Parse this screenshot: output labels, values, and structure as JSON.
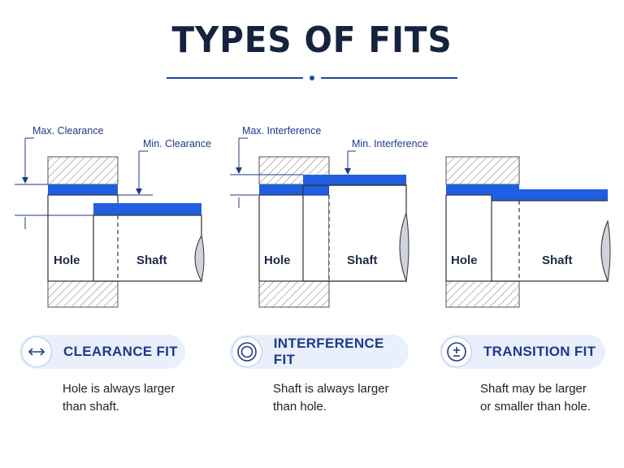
{
  "title": "TYPES OF FITS",
  "colors": {
    "accent": "#1f5fe0",
    "navy": "#16233f",
    "hatch": "#8a8a8a",
    "pill_bg": "#e9effb"
  },
  "fits": [
    {
      "name": "CLEARANCE FIT",
      "icon": "double-arrow-icon",
      "desc_line1": "Hole is always larger",
      "desc_line2": "than shaft.",
      "dim_max": "Max. Clearance",
      "dim_min": "Min. Clearance",
      "hole_label": "Hole",
      "shaft_label": "Shaft"
    },
    {
      "name": "INTERFERENCE FIT",
      "icon": "concentric-circles-icon",
      "desc_line1": "Shaft is always larger",
      "desc_line2": "than hole.",
      "dim_max": "Max. Interference",
      "dim_min": "Min. Interference",
      "hole_label": "Hole",
      "shaft_label": "Shaft"
    },
    {
      "name": "TRANSITION FIT",
      "icon": "plus-minus-icon",
      "desc_line1": "Shaft may be larger",
      "desc_line2": "or smaller than hole.",
      "hole_label": "Hole",
      "shaft_label": "Shaft"
    }
  ]
}
